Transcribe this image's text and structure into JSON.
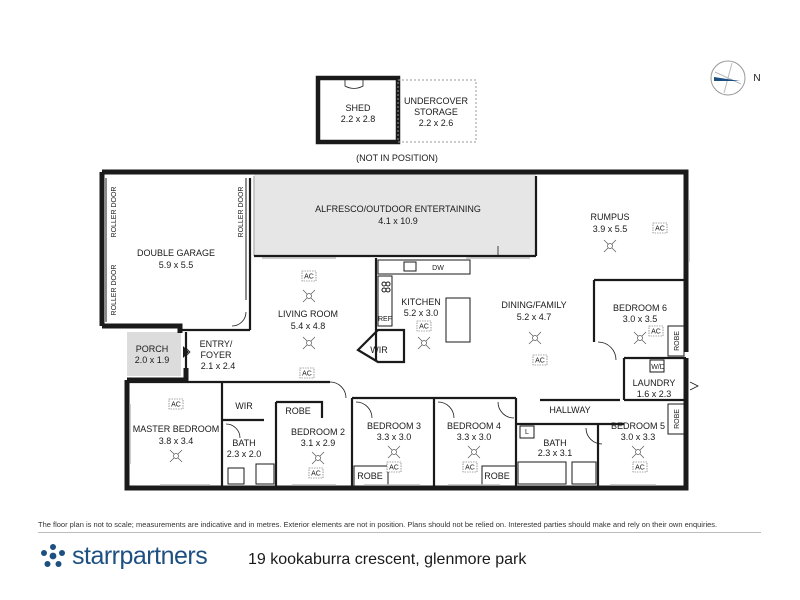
{
  "floorplan": {
    "shed": {
      "name": "SHED",
      "dims": "2.2 x 2.8"
    },
    "storage": {
      "name1": "UNDERCOVER",
      "name2": "STORAGE",
      "dims": "2.2 x 2.6"
    },
    "not_in_position": "(NOT IN POSITION)",
    "rooms": {
      "alfresco": {
        "name": "ALFRESCO/OUTDOOR ENTERTAINING",
        "dims": "4.1 x 10.9"
      },
      "garage": {
        "name": "DOUBLE GARAGE",
        "dims": "5.9 x 5.5"
      },
      "living": {
        "name": "LIVING ROOM",
        "dims": "5.4 x 4.8"
      },
      "kitchen": {
        "name": "KITCHEN",
        "dims": "5.2 x 3.0"
      },
      "dining": {
        "name": "DINING/FAMILY",
        "dims": "5.2 x 4.7"
      },
      "rumpus": {
        "name": "RUMPUS",
        "dims": "3.9 x 5.5"
      },
      "bedroom6": {
        "name": "BEDROOM 6",
        "dims": "3.0 x 3.5"
      },
      "porch": {
        "name": "PORCH",
        "dims": "2.0 x 1.9"
      },
      "entry": {
        "name1": "ENTRY/",
        "name2": "FOYER",
        "dims": "2.1 x 2.4"
      },
      "laundry": {
        "name": "LAUNDRY",
        "dims": "1.6 x 2.3"
      },
      "master": {
        "name": "MASTER BEDROOM",
        "dims": "3.8 x 3.4"
      },
      "bath1": {
        "name": "BATH",
        "dims": "2.3 x 2.0"
      },
      "bedroom2": {
        "name": "BEDROOM 2",
        "dims": "3.1 x 2.9"
      },
      "bedroom3": {
        "name": "BEDROOM 3",
        "dims": "3.3 x 3.0"
      },
      "bedroom4": {
        "name": "BEDROOM 4",
        "dims": "3.3 x 3.0"
      },
      "bath2": {
        "name": "BATH",
        "dims": "2.3 x 3.1"
      },
      "bedroom5": {
        "name": "BEDROOM 5",
        "dims": "3.0 x 3.3"
      },
      "hallway": {
        "name": "HALLWAY"
      }
    },
    "labels": {
      "roller_door": "ROLLER DOOR",
      "wir": "WIR",
      "robe": "ROBE",
      "ref": "REF",
      "dw": "DW",
      "wd": "W/D",
      "l": "L",
      "ac": "AC"
    },
    "compass": "N"
  },
  "disclaimer": "The floor plan is not to scale; measurements are indicative and in metres. Exterior elements are not in position. Plans should not be relied on. Interested parties should make and rely on their own enquiries.",
  "brand": {
    "name": "starrpartners",
    "color": "#1d4f80"
  },
  "address": "19 kookaburra crescent, glenmore park"
}
